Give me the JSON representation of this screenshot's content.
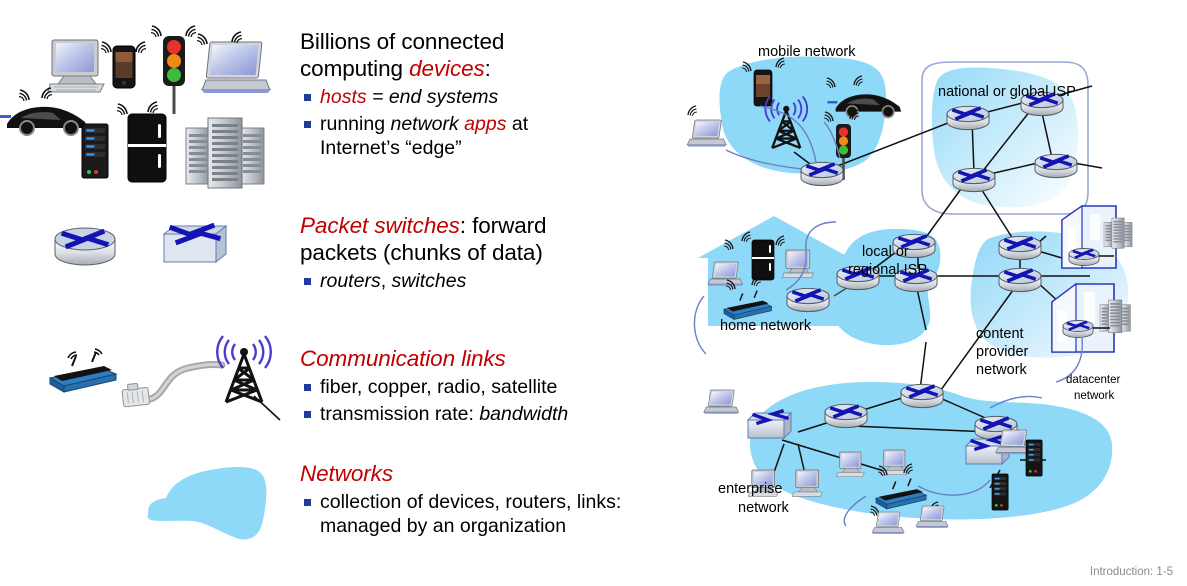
{
  "slide": {
    "footer": "Introduction: 1-5",
    "footer_color": "#8a8a8a"
  },
  "colors": {
    "accent_red": "#c00000",
    "bullet_blue": "#1f3b9b",
    "cloud_blue": "#8ed8f8",
    "router_blue": "#2222cc",
    "link_gray": "#4d4d4d"
  },
  "left": {
    "sections": [
      {
        "id": "devices",
        "heading_parts": [
          {
            "text": "Billions of connected computing ",
            "style": "plain"
          },
          {
            "text": "devices",
            "style": "italic-red"
          },
          {
            "text": ":",
            "style": "plain"
          }
        ],
        "heading_plain": "Billions of connected computing devices:",
        "bullets": [
          {
            "parts": [
              {
                "text": "hosts",
                "style": "italic-red"
              },
              {
                "text": " = end systems",
                "style": "italic"
              }
            ],
            "plain": "hosts = end systems"
          },
          {
            "parts": [
              {
                "text": "running ",
                "style": "plain"
              },
              {
                "text": "network ",
                "style": "italic"
              },
              {
                "text": "apps",
                "style": "italic-red"
              },
              {
                "text": " at Internet’s “edge”",
                "style": "plain"
              }
            ],
            "plain": "running network apps at Internet’s “edge”"
          }
        ],
        "icons": [
          "desktop-pc-icon",
          "smartphone-icon",
          "traffic-light-icon",
          "laptop-icon",
          "car-icon",
          "server-tower-icon",
          "refrigerator-icon",
          "server-rack-icon",
          "wifi-waves-icon"
        ]
      },
      {
        "id": "packet-switches",
        "heading_parts": [
          {
            "text": "Packet switches",
            "style": "italic-red"
          },
          {
            "text": ": forward packets (chunks of data)",
            "style": "plain"
          }
        ],
        "heading_plain": "Packet switches: forward packets (chunks of data)",
        "bullets": [
          {
            "parts": [
              {
                "text": "routers",
                "style": "italic"
              },
              {
                "text": ", ",
                "style": "plain"
              },
              {
                "text": "switches",
                "style": "italic"
              }
            ],
            "plain": "routers, switches"
          }
        ],
        "icons": [
          "router-icon",
          "switch-icon"
        ]
      },
      {
        "id": "communication-links",
        "heading_parts": [
          {
            "text": "Communication links",
            "style": "italic-red"
          }
        ],
        "heading_plain": "Communication links",
        "bullets": [
          {
            "parts": [
              {
                "text": "fiber, copper, radio, satellite",
                "style": "plain"
              }
            ],
            "plain": "fiber, copper, radio, satellite"
          },
          {
            "parts": [
              {
                "text": "transmission rate: ",
                "style": "plain"
              },
              {
                "text": "bandwidth",
                "style": "italic"
              }
            ],
            "plain": "transmission rate: bandwidth"
          }
        ],
        "icons": [
          "wireless-router-icon",
          "ethernet-cable-icon",
          "cell-tower-icon"
        ]
      },
      {
        "id": "networks",
        "heading_parts": [
          {
            "text": "Networks",
            "style": "italic-red"
          }
        ],
        "heading_plain": "Networks",
        "bullets": [
          {
            "parts": [
              {
                "text": "collection of devices, routers, links: managed by an organization",
                "style": "plain"
              }
            ],
            "plain": "collection of devices, routers, links: managed by an organization"
          }
        ],
        "icons": [
          "network-cloud-blob-icon"
        ]
      }
    ]
  },
  "diagram": {
    "labels": [
      {
        "id": "mobile-network",
        "text": "mobile network",
        "size": "normal"
      },
      {
        "id": "national-global-isp",
        "text": "national or global ISP",
        "size": "normal"
      },
      {
        "id": "local-regional-isp-1",
        "text": "local or",
        "size": "normal"
      },
      {
        "id": "local-regional-isp-2",
        "text": "regional ISP",
        "size": "normal"
      },
      {
        "id": "home-network",
        "text": "home network",
        "size": "normal"
      },
      {
        "id": "content-provider-1",
        "text": "content",
        "size": "normal"
      },
      {
        "id": "content-provider-2",
        "text": "provider",
        "size": "normal"
      },
      {
        "id": "content-provider-3",
        "text": "network",
        "size": "normal"
      },
      {
        "id": "datacenter-network-1",
        "text": "datacenter",
        "size": "small"
      },
      {
        "id": "datacenter-network-2",
        "text": "network",
        "size": "small"
      },
      {
        "id": "enterprise-network-1",
        "text": "enterprise",
        "size": "normal"
      },
      {
        "id": "enterprise-network-2",
        "text": "network",
        "size": "normal"
      }
    ],
    "regions": [
      {
        "id": "mobile-network-cloud",
        "kind": "blob"
      },
      {
        "id": "national-isp-cloud",
        "kind": "blob-outlined"
      },
      {
        "id": "local-regional-isp-cloud",
        "kind": "blob"
      },
      {
        "id": "home-network-house",
        "kind": "house"
      },
      {
        "id": "content-provider-cloud",
        "kind": "blob-gradient"
      },
      {
        "id": "enterprise-network-cloud",
        "kind": "blob"
      }
    ],
    "node_counts": {
      "national_isp_routers": 4,
      "local_isp_routers": 3,
      "content_provider_routers": 2,
      "datacenter_routers": 2,
      "enterprise_routers": 3,
      "enterprise_switches": 2,
      "home_routers": 1,
      "mobile_routers": 1
    }
  }
}
